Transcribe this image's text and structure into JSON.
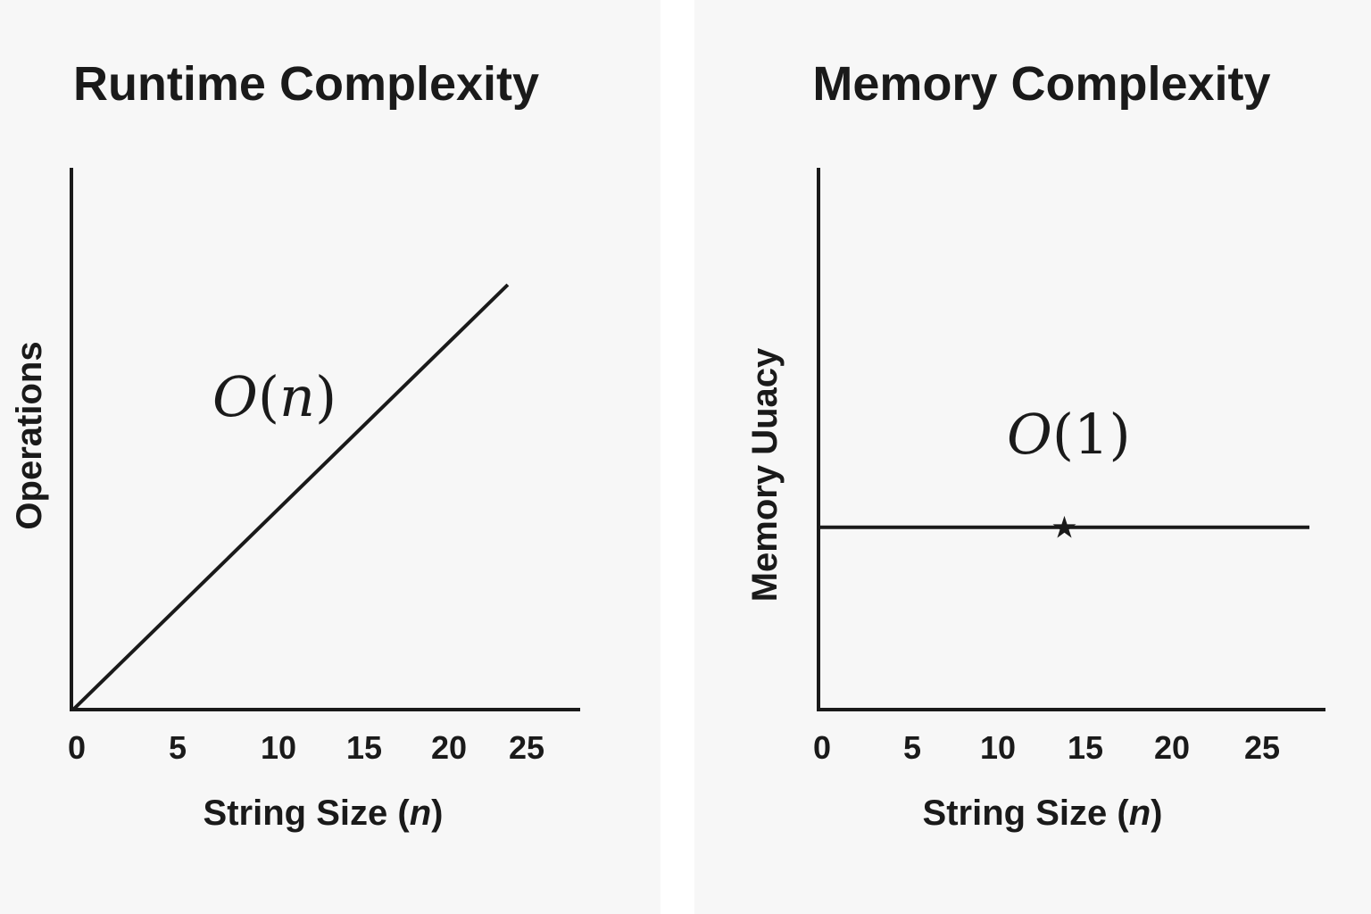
{
  "chart_data": [
    {
      "type": "line",
      "title": "Runtime Complexity",
      "xlabel_main": "String Size (",
      "xlabel_var": "n",
      "xlabel_close": ")",
      "ylabel": "Operations",
      "xticks": [
        0,
        5,
        10,
        15,
        20,
        25
      ],
      "xlim": [
        0,
        28
      ],
      "ylim": [
        0,
        30
      ],
      "grid": false,
      "series": [
        {
          "x": [
            0,
            24
          ],
          "y": [
            0,
            24
          ]
        }
      ],
      "annotation": {
        "big": "O",
        "open": "(",
        "var": "n",
        "close": ")"
      }
    },
    {
      "type": "line",
      "title": "Memory Complexity",
      "xlabel_main": "String Size (",
      "xlabel_var": "n",
      "xlabel_close": ")",
      "ylabel": "Memory Uuacy",
      "xticks": [
        0,
        5,
        10,
        15,
        20,
        25
      ],
      "xlim": [
        0,
        28
      ],
      "ylim": [
        0,
        30
      ],
      "grid": false,
      "series": [
        {
          "x": [
            0,
            28
          ],
          "y": [
            10.3,
            10.3
          ]
        }
      ],
      "marker": {
        "x": 14,
        "y": 10.3,
        "symbol": "★"
      },
      "annotation": {
        "big": "O",
        "open": "(",
        "var": "1",
        "close": ")"
      }
    }
  ],
  "colors": {
    "ink": "#1a1a1a",
    "panel_bg": "#f7f7f7",
    "page_bg": "#ffffff"
  }
}
